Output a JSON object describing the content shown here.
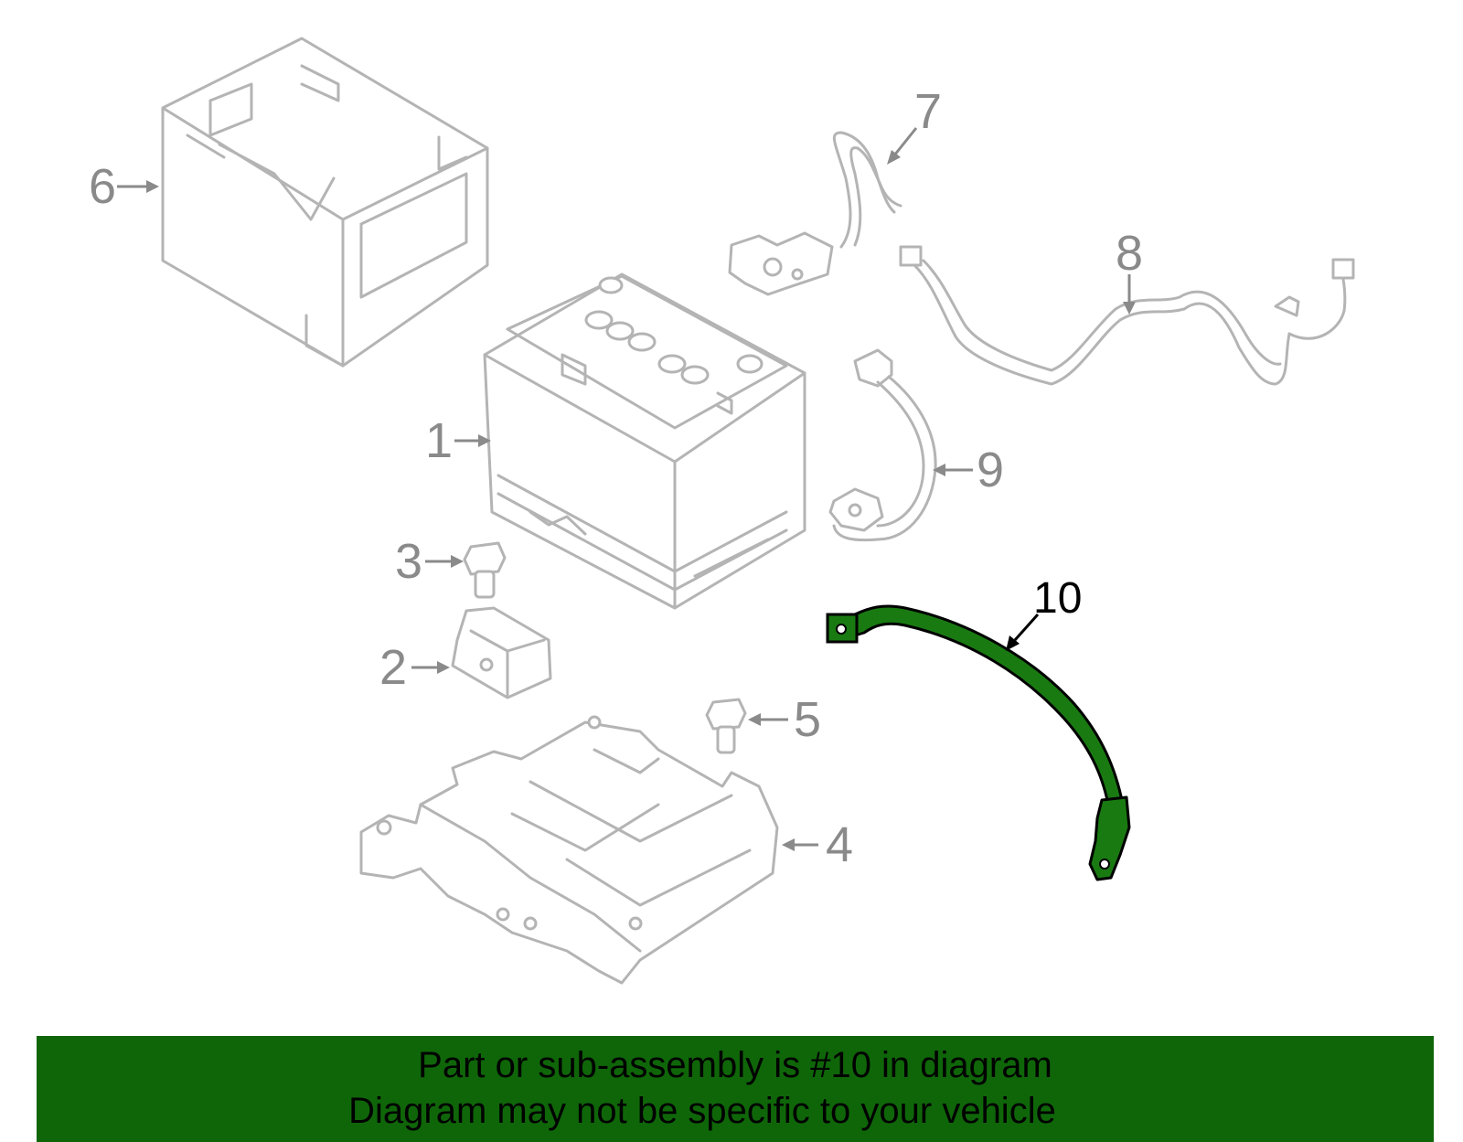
{
  "diagram": {
    "callouts": [
      {
        "label": "1",
        "part": "battery"
      },
      {
        "label": "2",
        "part": "hold-down-bracket"
      },
      {
        "label": "3",
        "part": "bolt"
      },
      {
        "label": "4",
        "part": "battery-tray"
      },
      {
        "label": "5",
        "part": "bolt"
      },
      {
        "label": "6",
        "part": "battery-cover"
      },
      {
        "label": "7",
        "part": "positive-cable-terminal"
      },
      {
        "label": "8",
        "part": "wire-harness"
      },
      {
        "label": "9",
        "part": "sensor-cable"
      },
      {
        "label": "10",
        "part": "ground-cable",
        "highlighted": true
      }
    ],
    "colors": {
      "part_outline": "#b4b4b4",
      "highlight_fill": "#1a7a12",
      "highlight_stroke": "#000000",
      "callout_text": "#8a8a8a"
    }
  },
  "footer": {
    "line1": "Part or sub-assembly is #10 in diagram",
    "line2": "Diagram may not be specific to your vehicle",
    "background": "#0f6609"
  }
}
